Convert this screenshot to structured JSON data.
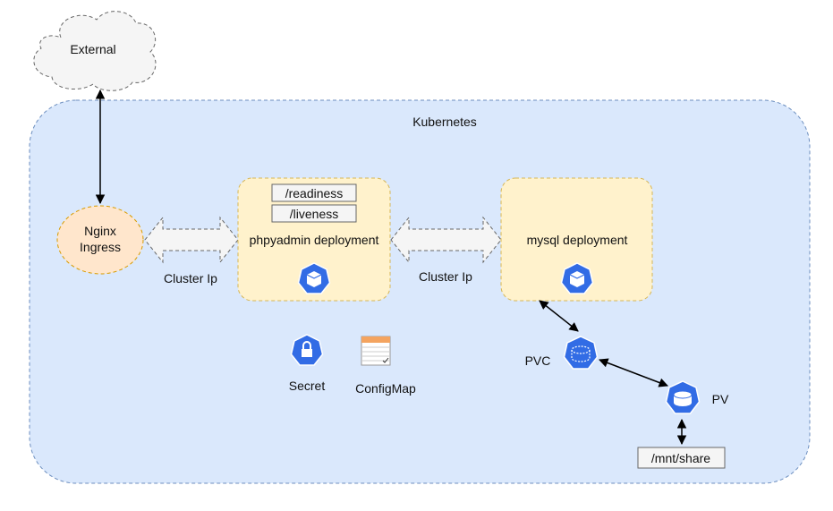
{
  "external": {
    "label": "External"
  },
  "cluster": {
    "label": "Kubernetes"
  },
  "ingress": {
    "line1": "Nginx",
    "line2": "Ingress"
  },
  "cluster_ip_1": {
    "label": "Cluster Ip"
  },
  "cluster_ip_2": {
    "label": "Cluster Ip"
  },
  "phpmyadmin": {
    "label": "phpyadmin deployment",
    "probes": [
      "/readiness",
      "/liveness"
    ]
  },
  "mysql": {
    "label": "mysql deployment"
  },
  "secret": {
    "label": "Secret"
  },
  "configmap": {
    "label": "ConfigMap"
  },
  "pvc": {
    "label": "PVC"
  },
  "pv": {
    "label": "PV"
  },
  "mount": {
    "label": "/mnt/share"
  },
  "colors": {
    "cluster_fill": "#dae8fc",
    "cluster_stroke": "#6c8ebf",
    "deployment_fill": "#fff2cc",
    "deployment_stroke": "#d6b656",
    "ingress_fill": "#ffe6cc",
    "ingress_stroke": "#d79b00",
    "k8s_blue": "#326ce5",
    "arrow_fill": "#f5f5f5",
    "arrow_stroke": "#666666"
  }
}
